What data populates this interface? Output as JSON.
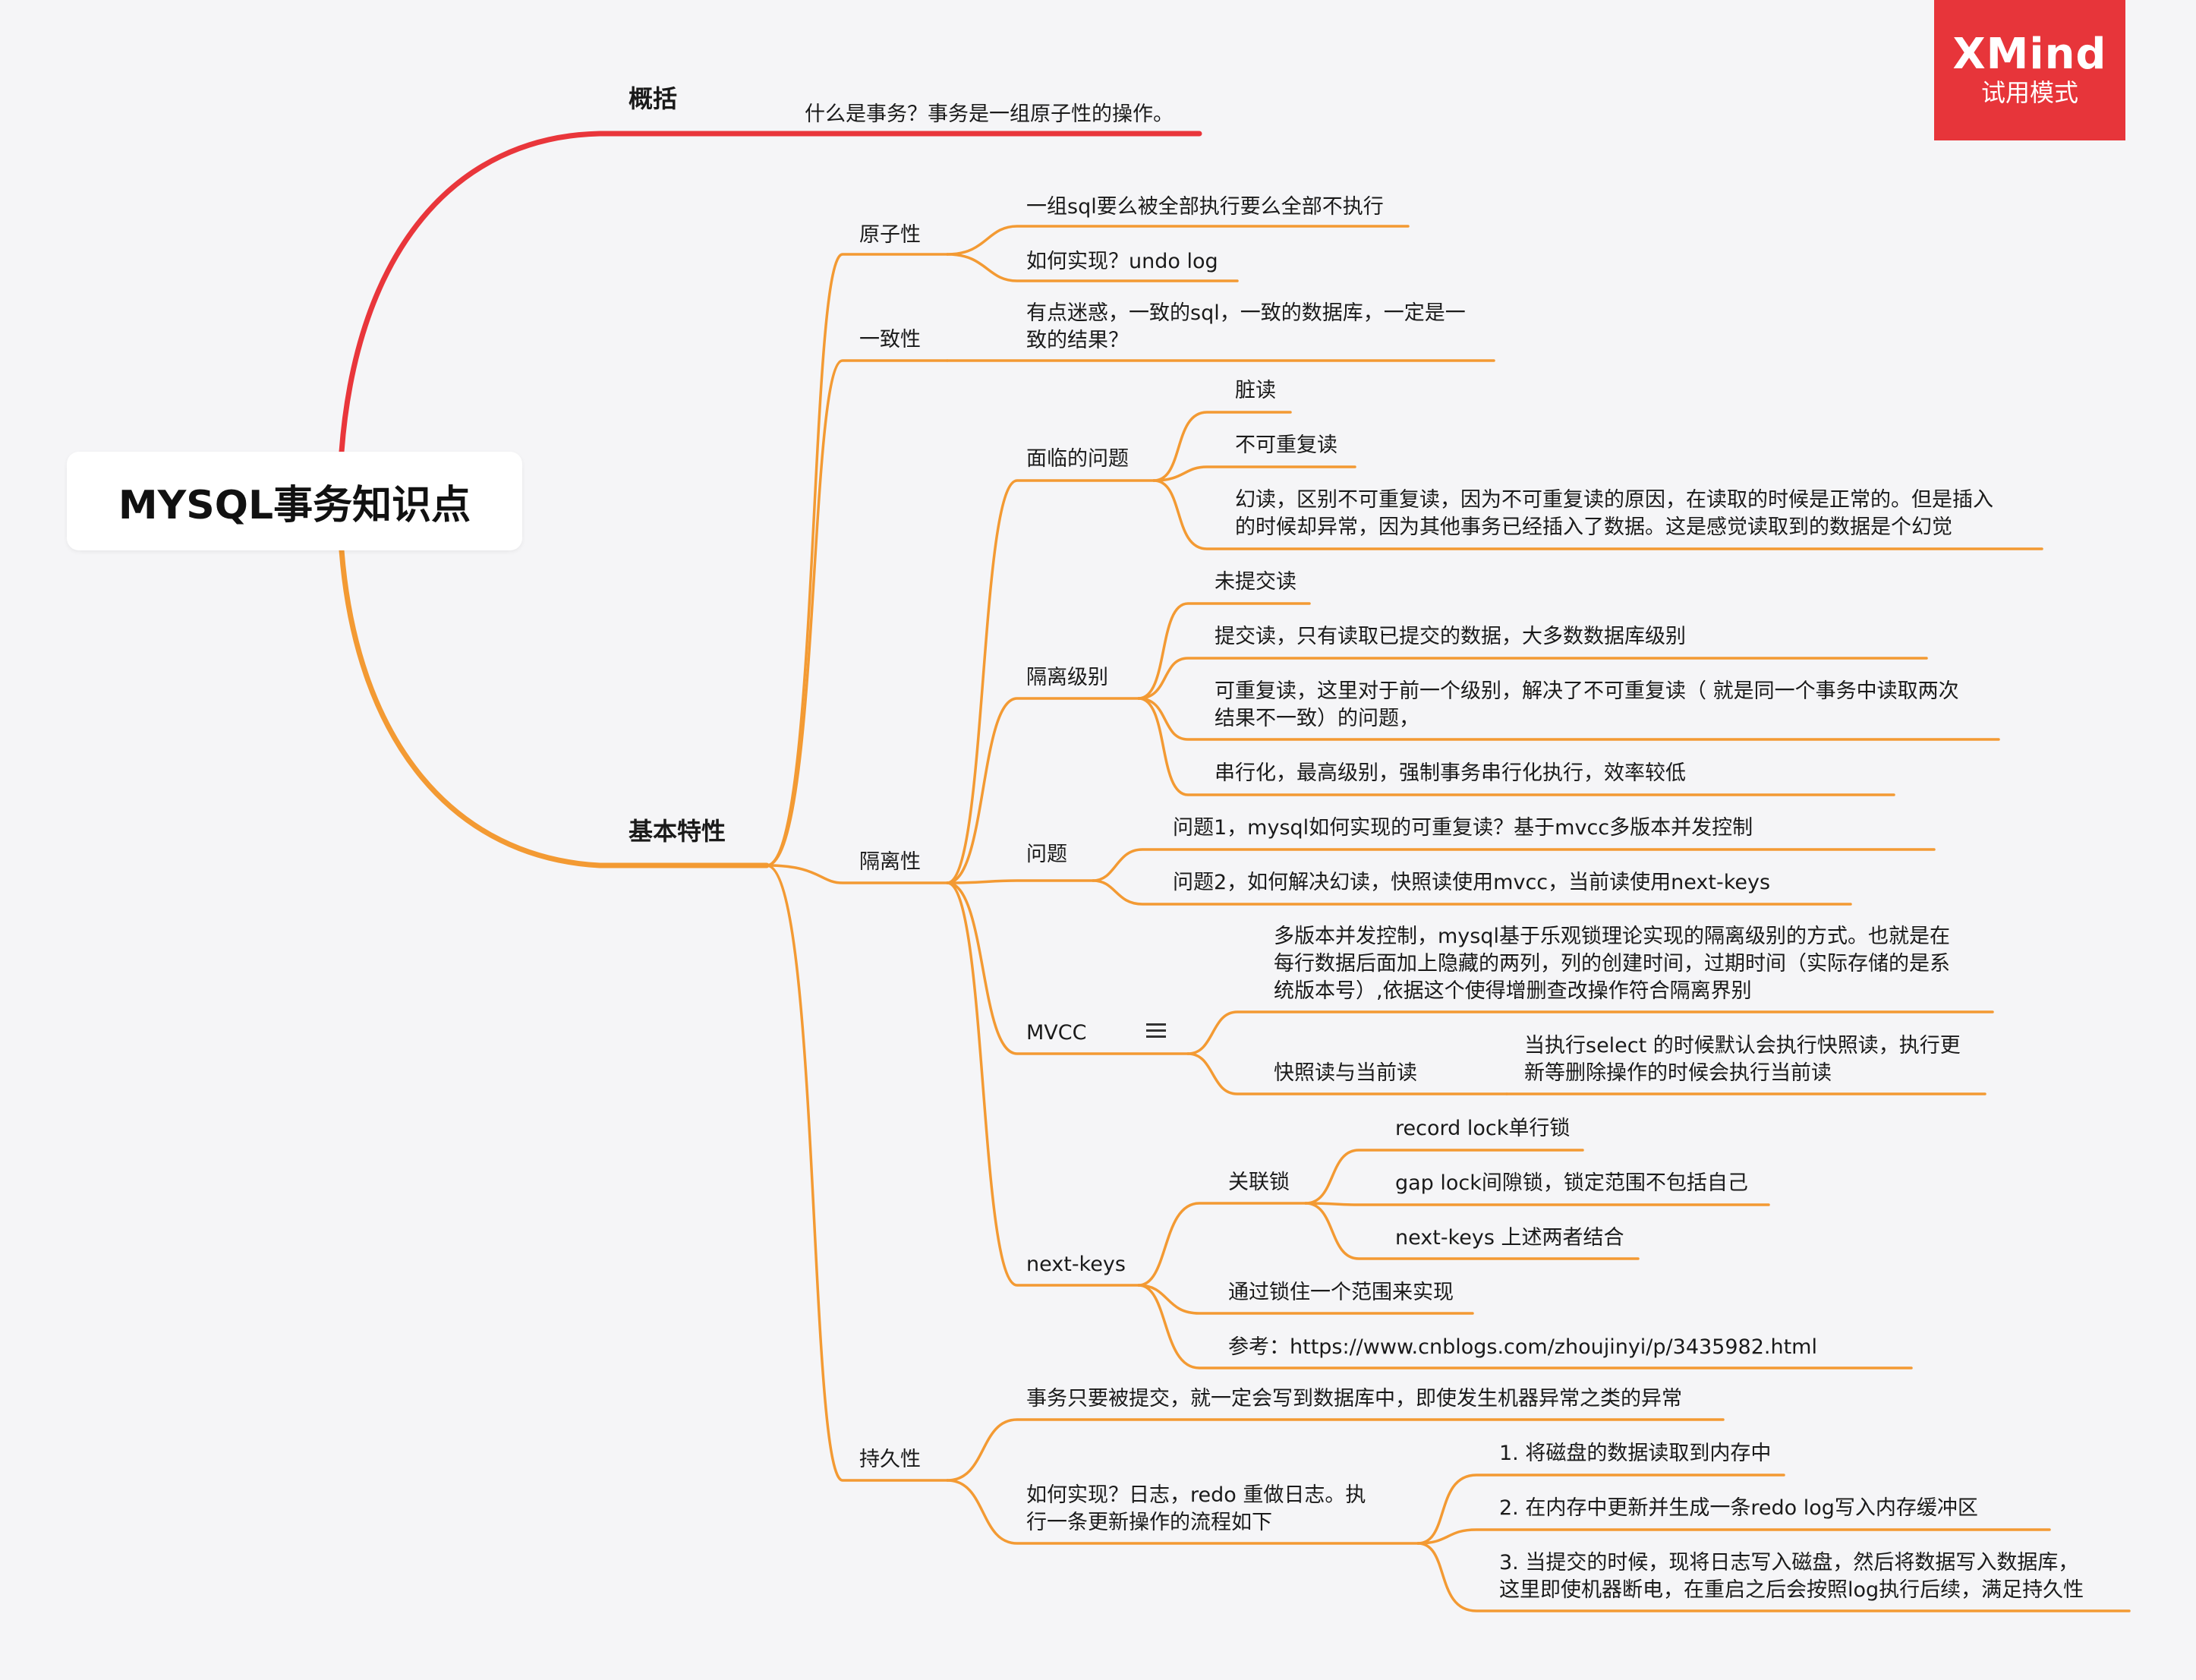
{
  "brand": {
    "name": "XMind",
    "mode": "试用模式",
    "color": "#e7353a"
  },
  "colors": {
    "branch_red": "#e9363b",
    "branch_orange": "#f39a33"
  },
  "root": {
    "label": "MYSQL事务知识点"
  },
  "overview": {
    "label": "概括",
    "text": "什么是事务？事务是一组原子性的操作。"
  },
  "basics": {
    "label": "基本特性",
    "atomicity": {
      "label": "原子性",
      "items": [
        "一组sql要么被全部执行要么全部不执行",
        "如何实现？undo log"
      ]
    },
    "consistency": {
      "label": "一致性",
      "lines": [
        "有点迷惑，一致的sql，一致的数据库，一定是一",
        "致的结果？"
      ]
    },
    "isolation": {
      "label": "隔离性",
      "problems": {
        "label": "面临的问题",
        "items": [
          {
            "lines": [
              "脏读"
            ]
          },
          {
            "lines": [
              "不可重复读"
            ]
          },
          {
            "lines": [
              "幻读，区别不可重复读，因为不可重复读的原因，在读取的时候是正常的。但是插入",
              "的时候却异常，因为其他事务已经插入了数据。这是感觉读取到的数据是个幻觉"
            ]
          }
        ]
      },
      "levels": {
        "label": "隔离级别",
        "items": [
          {
            "lines": [
              "未提交读"
            ]
          },
          {
            "lines": [
              "提交读，只有读取已提交的数据，大多数数据库级别"
            ]
          },
          {
            "lines": [
              "可重复读，这里对于前一个级别，解决了不可重复读（ 就是同一个事务中读取两次",
              "结果不一致）的问题，"
            ]
          },
          {
            "lines": [
              "串行化，最高级别，强制事务串行化执行，效率较低"
            ]
          }
        ]
      },
      "questions": {
        "label": "问题",
        "items": [
          "问题1，mysql如何实现的可重复读？基于mvcc多版本并发控制",
          "问题2，如何解决幻读，快照读使用mvcc，当前读使用next-keys"
        ]
      },
      "mvcc": {
        "label": "MVCC",
        "note_icon": "note-icon",
        "desc": [
          "多版本并发控制，mysql基于乐观锁理论实现的隔离级别的方式。也就是在",
          "每行数据后面加上隐藏的两列，列的创建时间，过期时间（实际存储的是系",
          "统版本号）,依据这个使得增删查改操作符合隔离界别"
        ],
        "snapshot": {
          "label": "快照读与当前读",
          "lines": [
            "当执行select 的时候默认会执行快照读，执行更",
            "新等删除操作的时候会执行当前读"
          ]
        }
      },
      "nextkeys": {
        "label": "next-keys",
        "locks": {
          "label": "关联锁",
          "items": [
            "record lock单行锁",
            "gap lock间隙锁，锁定范围不包括自己",
            "next-keys 上述两者结合"
          ]
        },
        "how": "通过锁住一个范围来实现",
        "ref": "参考：https://www.cnblogs.com/zhoujinyi/p/3435982.html"
      }
    },
    "durability": {
      "label": "持久性",
      "text": "事务只要被提交，就一定会写到数据库中，即使发生机器异常之类的异常",
      "how": {
        "lines": [
          "如何实现？日志，redo 重做日志。执",
          "行一条更新操作的流程如下"
        ],
        "steps": [
          {
            "lines": [
              "1. 将磁盘的数据读取到内存中"
            ]
          },
          {
            "lines": [
              "2. 在内存中更新并生成一条redo log写入内存缓冲区"
            ]
          },
          {
            "lines": [
              "3. 当提交的时候，现将日志写入磁盘，然后将数据写入数据库，",
              "这里即使机器断电，在重启之后会按照log执行后续，满足持久性"
            ]
          }
        ]
      }
    }
  }
}
